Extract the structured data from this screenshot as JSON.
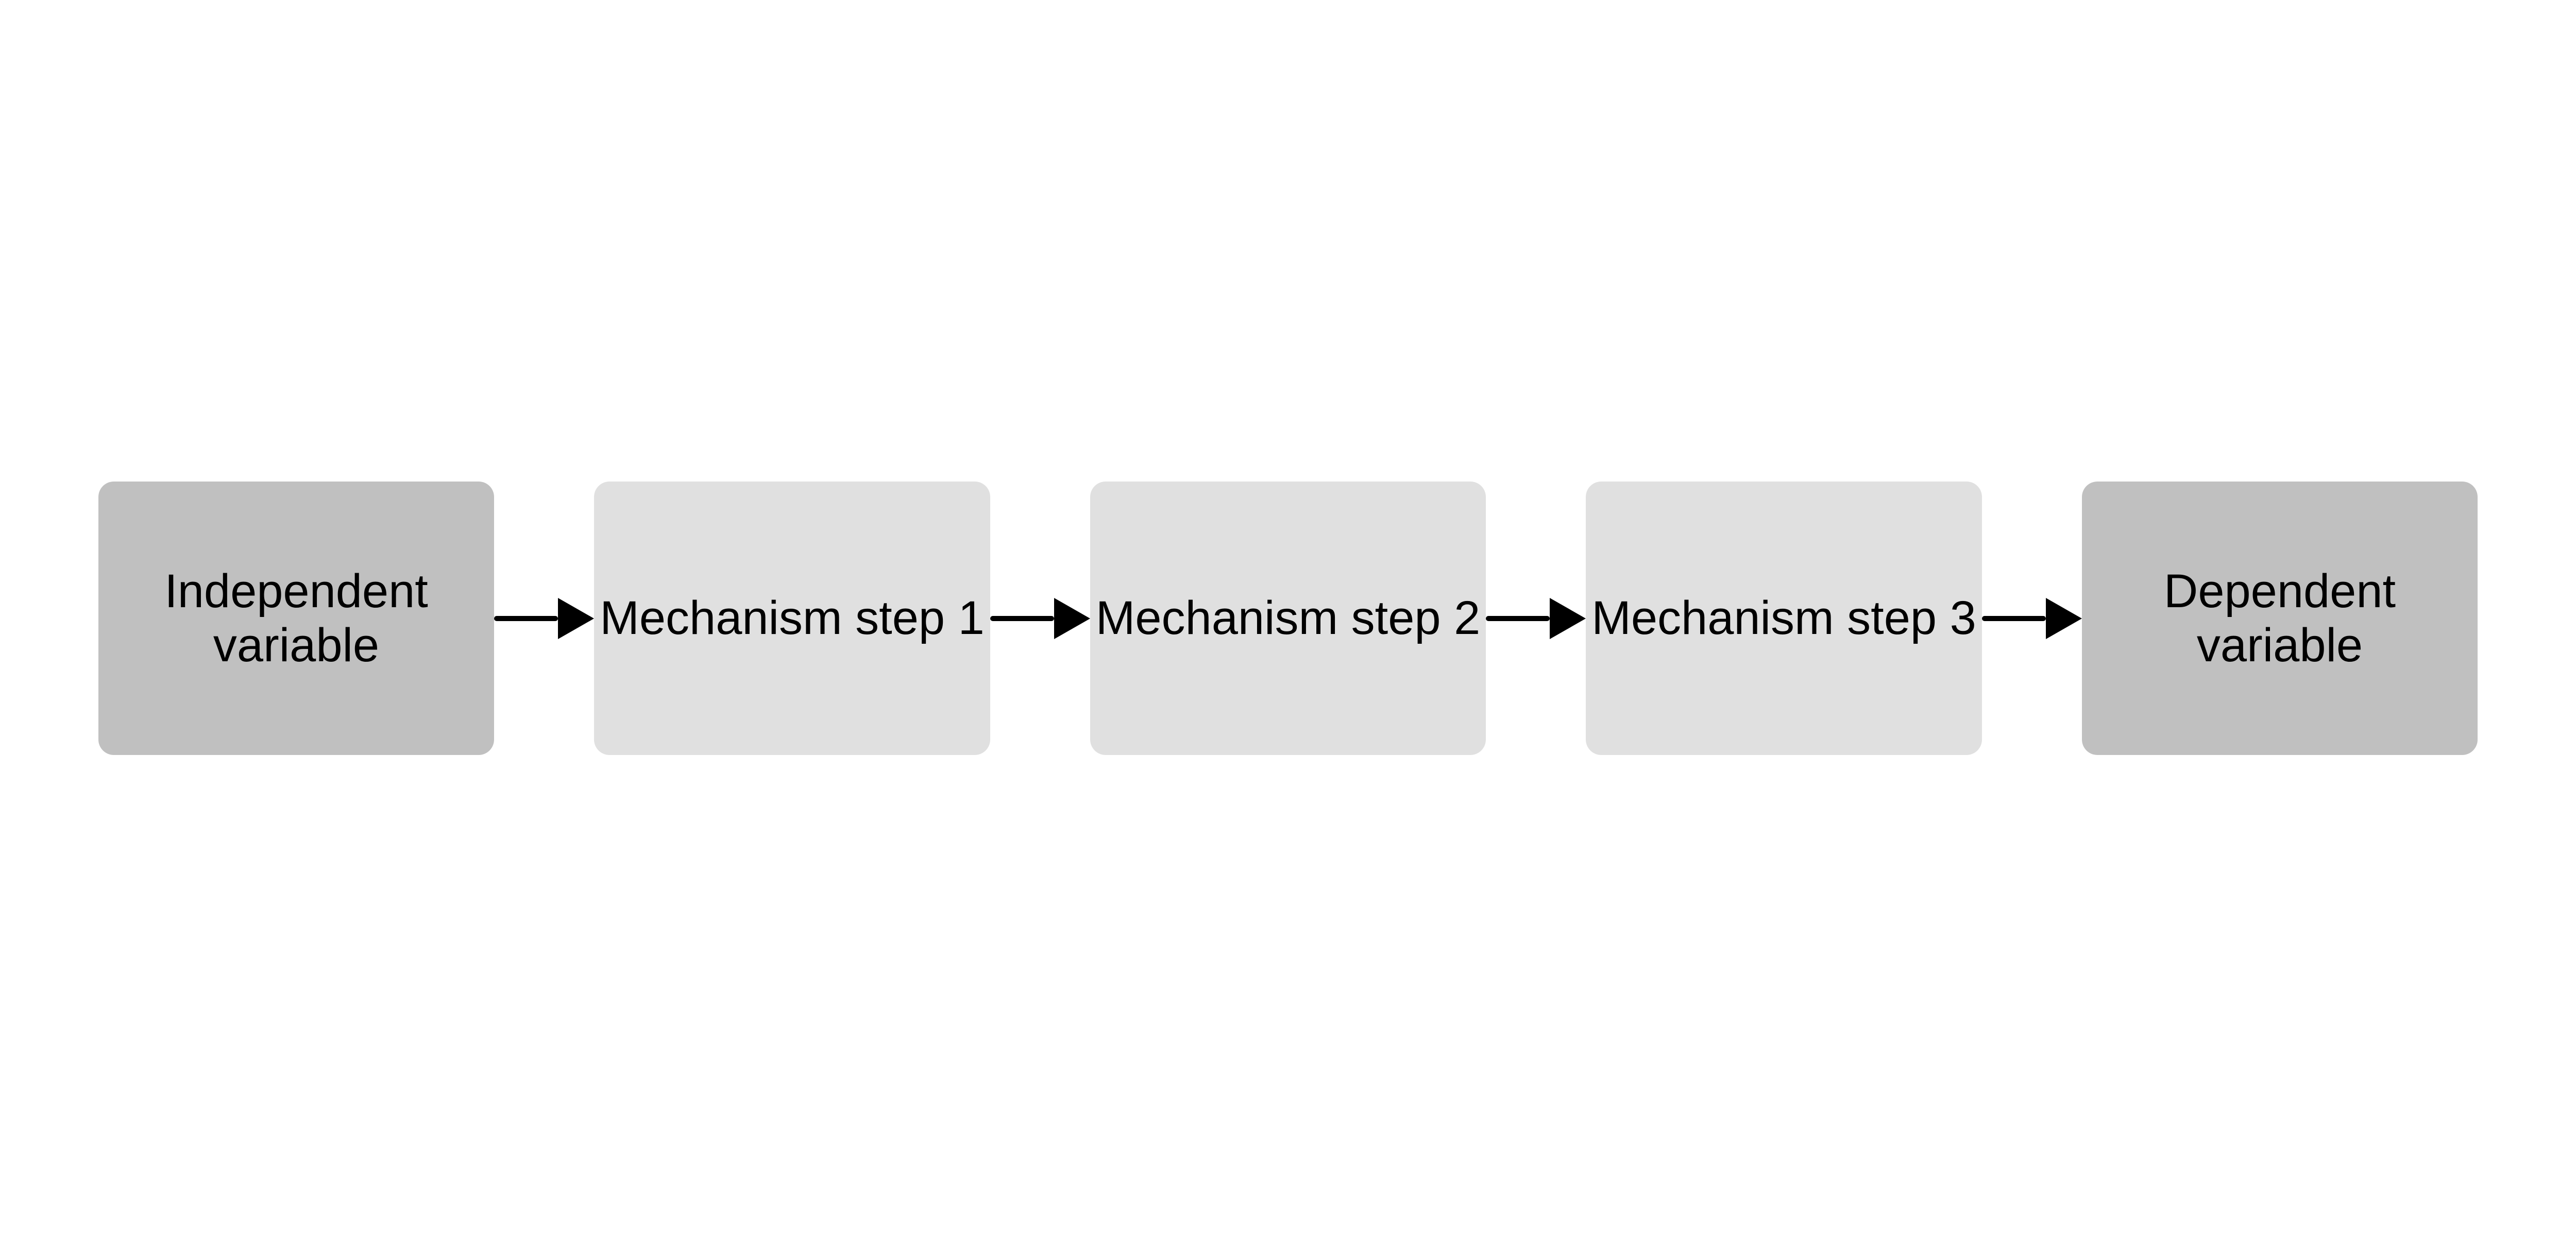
{
  "nodes": [
    {
      "label": "Independent variable",
      "color": "#c0c0c0"
    },
    {
      "label": "Mechanism step 1",
      "color": "#e0e0e0"
    },
    {
      "label": "Mechanism step 2",
      "color": "#e0e0e0"
    },
    {
      "label": "Mechanism step 3",
      "color": "#e0e0e0"
    },
    {
      "label": "Dependent variable",
      "color": "#c0c0c0"
    }
  ],
  "edges": [
    [
      0,
      1
    ],
    [
      1,
      2
    ],
    [
      2,
      3
    ],
    [
      3,
      4
    ]
  ],
  "arrow_color": "#000000"
}
